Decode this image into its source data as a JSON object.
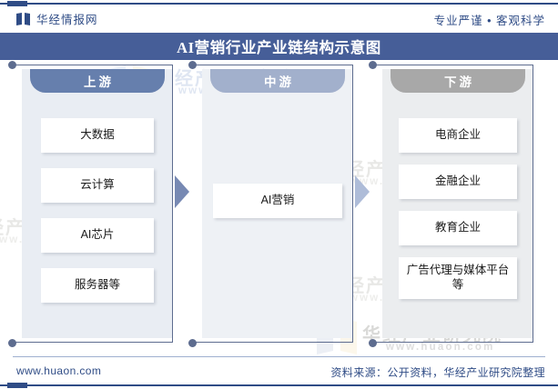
{
  "header": {
    "brand_name": "华经情报网",
    "brand_logo_icon": "book-icon",
    "tagline": "专业严谨 • 客观科学"
  },
  "title": {
    "text": "AI营销行业产业链结构示意图",
    "band_color": "#465e98"
  },
  "diagram": {
    "stages": [
      {
        "key": "upstream",
        "label": "上游",
        "header_color": "#667fad",
        "panel_color": "#e9edf3",
        "items": [
          {
            "label": "大数据"
          },
          {
            "label": "云计算"
          },
          {
            "label": "AI芯片"
          },
          {
            "label": "服务器等"
          }
        ]
      },
      {
        "key": "midstream",
        "label": "中游",
        "header_color": "#a2b0cc",
        "panel_color": "#eef1f5",
        "items": [
          {
            "label": "AI营销"
          }
        ]
      },
      {
        "key": "downstream",
        "label": "下游",
        "header_color": "#a8a8a8",
        "panel_color": "#ebedef",
        "items": [
          {
            "label": "电商企业"
          },
          {
            "label": "金融企业"
          },
          {
            "label": "教育企业"
          },
          {
            "label": "广告代理与媒体平台等"
          }
        ]
      }
    ],
    "arrows": [
      {
        "name": "arrow-upstream-to-midstream",
        "color": "#7789b3"
      },
      {
        "name": "arrow-midstream-to-downstream",
        "color": "#aebcd8"
      }
    ]
  },
  "watermarks": {
    "title": "华经产业研究院",
    "url": "www.huaon.com"
  },
  "footer": {
    "site_url": "www.huaon.com",
    "source_note": "资料来源：公开资料，华经产业研究院整理"
  }
}
